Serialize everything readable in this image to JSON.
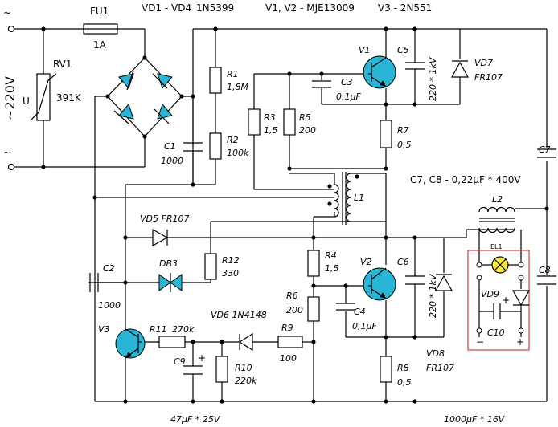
{
  "header": {
    "fuse": "FU1",
    "bridge": "VD1 - VD4",
    "bridge_type": "1N5399",
    "v1v2_type": "V1, V2 - MJE13009",
    "v3_type": "V3 - 2N551"
  },
  "mains": {
    "label": "~220V",
    "tilde": "~",
    "fuse_rating": "1A"
  },
  "rv1": {
    "name": "RV1",
    "value": "391K",
    "u": "U"
  },
  "resistors": {
    "r1": {
      "name": "R1",
      "value": "1,8M"
    },
    "r2": {
      "name": "R2",
      "value": "100k"
    },
    "r3": {
      "name": "R3",
      "value": "1,5"
    },
    "r5": {
      "name": "R5",
      "value": "200"
    },
    "r7": {
      "name": "R7",
      "value": "0,5"
    },
    "r4": {
      "name": "R4",
      "value": "1,5"
    },
    "r6": {
      "name": "R6",
      "value": "200"
    },
    "r8": {
      "name": "R8",
      "value": "0,5"
    },
    "r12": {
      "name": "R12",
      "value": "330"
    },
    "r11": {
      "name": "R11",
      "value": "270k"
    },
    "r10": {
      "name": "R10",
      "value": "220k"
    },
    "r9": {
      "name": "R9",
      "value": "100"
    }
  },
  "capacitors": {
    "c1": {
      "name": "C1",
      "value": "1000"
    },
    "c2": {
      "name": "C2",
      "value": "1000"
    },
    "c3": {
      "name": "C3",
      "value": "0,1μF"
    },
    "c4": {
      "name": "C4",
      "value": "0,1μF"
    },
    "c5": {
      "name": "C5",
      "value": "220 * 1kV"
    },
    "c6": {
      "name": "C6",
      "value": "220 * 1kV"
    },
    "c7": {
      "name": "C7"
    },
    "c8": {
      "name": "C8"
    },
    "c9": {
      "name": "C9",
      "value": "47μF * 25V"
    },
    "c10": {
      "name": "C10",
      "value": "1000μF * 16V"
    },
    "c78_note": "C7, C8 - 0,22μF * 400V"
  },
  "semis": {
    "v1": "V1",
    "v2": "V2",
    "v3": "V3",
    "vd5": "VD5 FR107",
    "vd6": "VD6 1N4148",
    "vd7": {
      "name": "VD7",
      "type": "FR107"
    },
    "vd8": {
      "name": "VD8",
      "type": "FR107"
    },
    "vd9": "VD9",
    "db3": "DB3"
  },
  "magnetics": {
    "l1": "L1",
    "l2": "L2"
  },
  "lamp": {
    "name": "EL1"
  },
  "signs": {
    "plus": "+",
    "minus": "−"
  }
}
